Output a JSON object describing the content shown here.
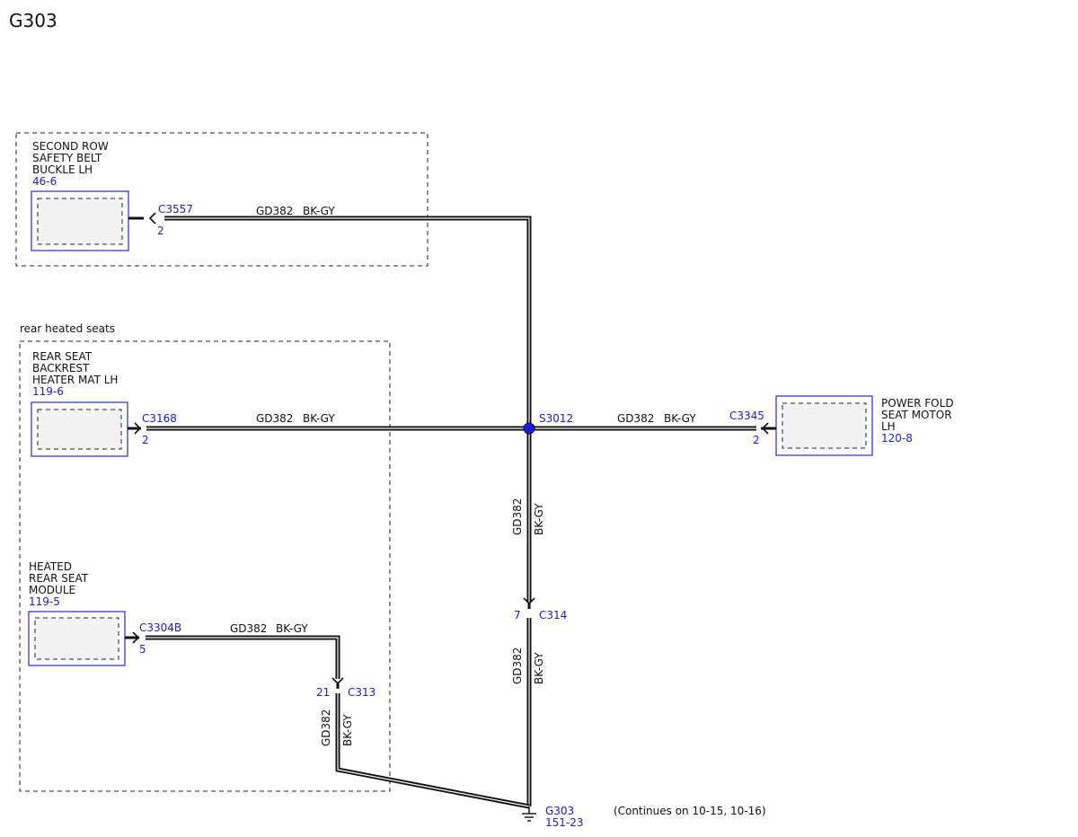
{
  "title": "G303",
  "groups": {
    "rear_heated_seats": "rear heated seats"
  },
  "components": {
    "belt_buckle": {
      "name": [
        "SECOND ROW",
        "SAFETY BELT",
        "BUCKLE LH"
      ],
      "ref": "46-6"
    },
    "heater_mat": {
      "name": [
        "REAR SEAT",
        "BACKREST",
        "HEATER MAT LH"
      ],
      "ref": "119-6"
    },
    "heated_module": {
      "name": [
        "HEATED",
        "REAR SEAT",
        "MODULE"
      ],
      "ref": "119-5"
    },
    "power_fold": {
      "name": [
        "POWER FOLD",
        "SEAT MOTOR",
        "LH"
      ],
      "ref": "120-8"
    }
  },
  "connectors": {
    "c3557": {
      "id": "C3557",
      "pin": "2"
    },
    "c3168": {
      "id": "C3168",
      "pin": "2"
    },
    "c3304b": {
      "id": "C3304B",
      "pin": "5"
    },
    "c3345": {
      "id": "C3345",
      "pin": "2"
    },
    "c313": {
      "id": "C313",
      "pin": "21"
    },
    "c314": {
      "id": "C314",
      "pin": "7"
    }
  },
  "splice": {
    "id": "S3012"
  },
  "wire": {
    "circuit": "GD382",
    "color": "BK-GY"
  },
  "ground": {
    "id": "G303",
    "ref": "151-23"
  },
  "continues_note": "(Continues on 10-15, 10-16)",
  "colors": {
    "wire": "#111111",
    "ref_blue": "#1a1adf",
    "splice_dot": "#1a1adf"
  }
}
